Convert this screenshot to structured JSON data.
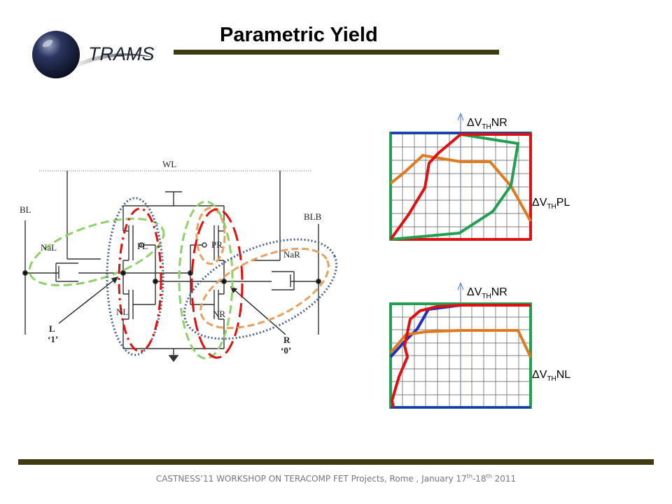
{
  "header": {
    "title": "Parametric Yield",
    "logo_text": "TRAMS"
  },
  "circuit": {
    "wl": "WL",
    "bl": "BL",
    "blb": "BLB",
    "nal": "NaL",
    "nar": "NaR",
    "pl": "PL",
    "pr": "PR",
    "nl": "NL",
    "nr": "NR",
    "node_l": "L",
    "node_l_value": "‘1’",
    "node_r": "R",
    "node_r_value": "‘0’"
  },
  "plot_top": {
    "y_axis_label_main": "ΔV",
    "y_axis_label_sub": "TH",
    "y_axis_label_tail": "NR",
    "x_axis_label_main": "ΔV",
    "x_axis_label_sub": "TH",
    "x_axis_label_tail": "PL"
  },
  "plot_bottom": {
    "y_axis_label_main": "ΔV",
    "y_axis_label_sub": "TH",
    "y_axis_label_tail": "NR",
    "x_axis_label_main": "ΔV",
    "x_axis_label_sub": "TH",
    "x_axis_label_tail": "NL"
  },
  "footer": {
    "text_a": "CASTNESS’11 WORKSHOP ON TERACOMP FET Projects, Rome , January 17",
    "sup_a": "th",
    "text_b": "-18",
    "sup_b": "th",
    "text_c": " 2011"
  },
  "colors": {
    "bar": "#3e3b10",
    "red": "#e01010",
    "green": "#20a050",
    "orange": "#e07a20",
    "blue": "#2030c0"
  }
}
